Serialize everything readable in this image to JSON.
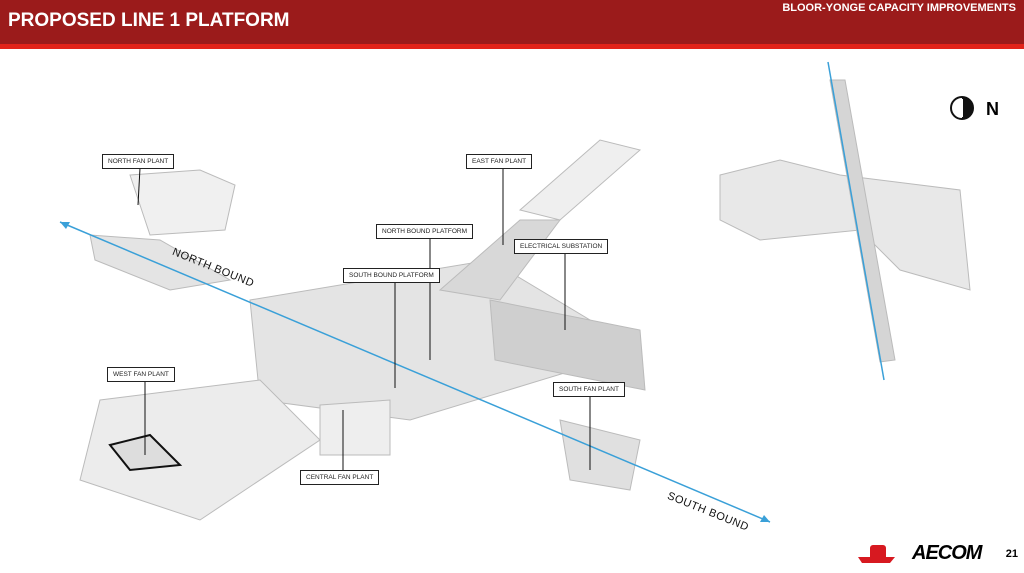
{
  "header": {
    "title": "PROPOSED LINE 1 PLATFORM",
    "subtitle": "BLOOR-YONGE CAPACITY IMPROVEMENTS"
  },
  "labels": {
    "north_fan": "NORTH FAN PLANT",
    "east_fan": "EAST FAN PLANT",
    "north_platform": "NORTH BOUND PLATFORM",
    "substation": "ELECTRICAL SUBSTATION",
    "south_platform": "SOUTH BOUND PLATFORM",
    "west_fan": "WEST FAN PLANT",
    "south_fan": "SOUTH FAN PLANT",
    "central_fan": "CENTRAL FAN PLANT"
  },
  "directions": {
    "north": "NORTH BOUND",
    "south": "SOUTH BOUND"
  },
  "compass": "N",
  "footer": {
    "logo_text": "AECOM",
    "page": "21"
  },
  "colors": {
    "header": "#9b1b1b",
    "accent": "#e2231a",
    "track": "#3aa0d8"
  }
}
